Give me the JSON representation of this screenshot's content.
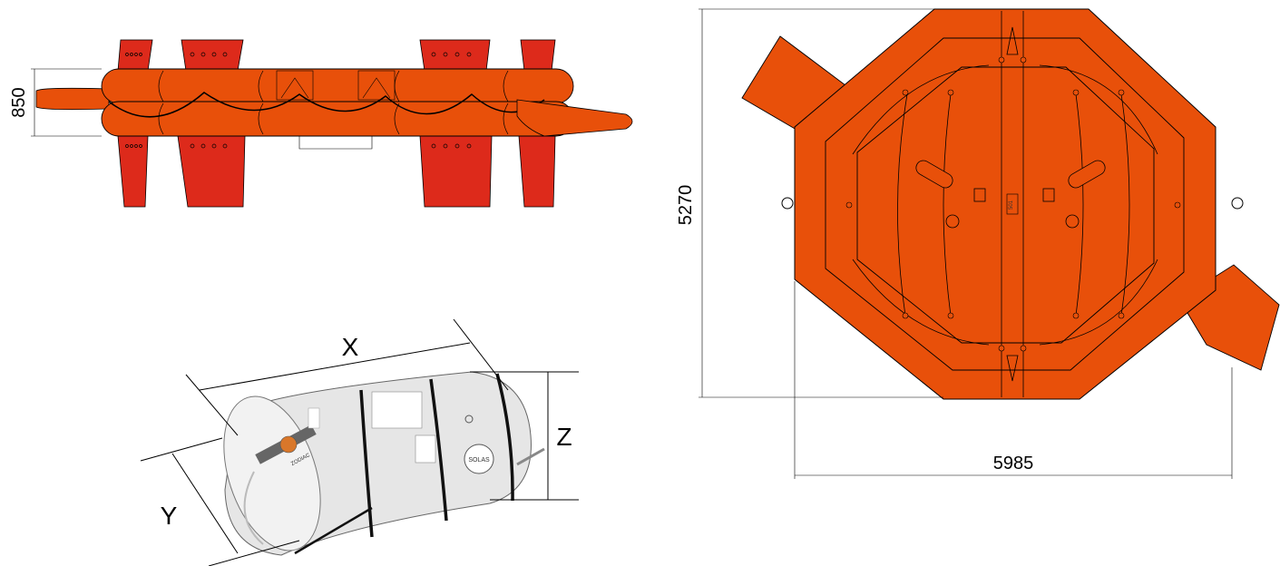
{
  "dimensions": {
    "side_height": "850",
    "top_height": "5270",
    "top_width": "5985",
    "x": "X",
    "y": "Y",
    "z": "Z"
  },
  "container_labels": {
    "brand": "ZODIAC",
    "solas": "SOLAS",
    "hatch": "501"
  },
  "colors": {
    "raft_orange": "#e8500a",
    "ballast_red": "#dd2a1b",
    "container_white": "#e6e6e6",
    "line": "#000000"
  }
}
